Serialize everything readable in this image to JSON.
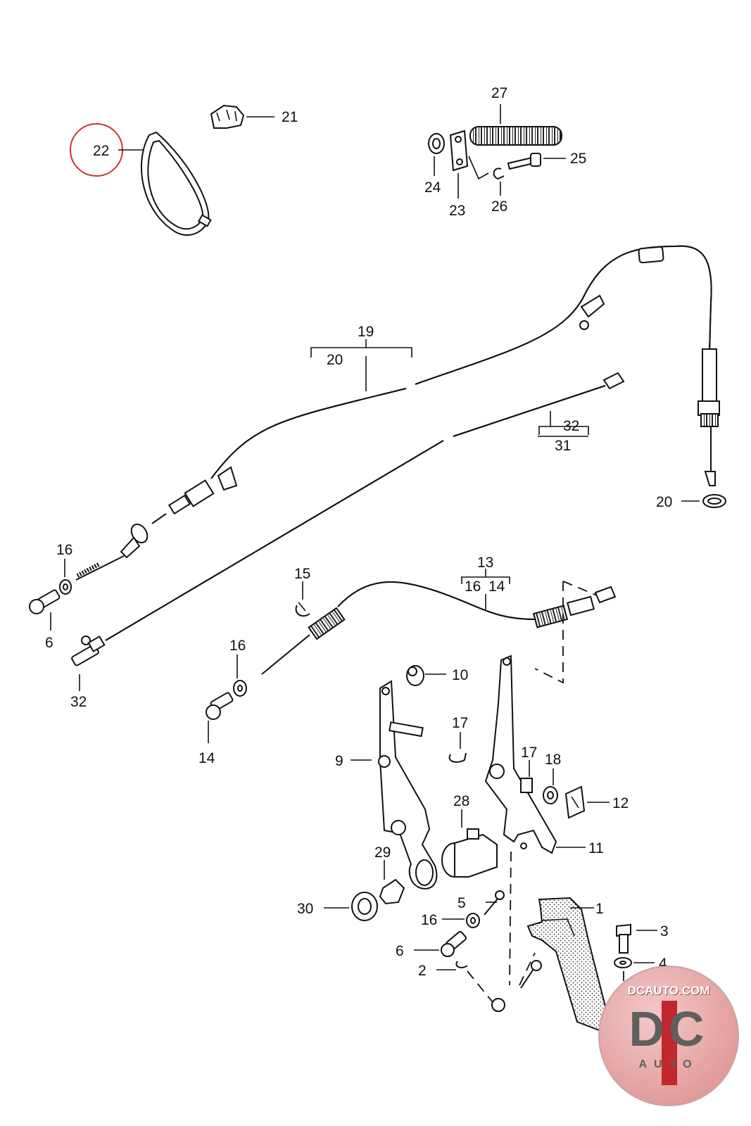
{
  "diagram": {
    "highlight_color": "#d03030",
    "highlighted_callout": "22",
    "callouts": {
      "c1": "1",
      "c2": "2",
      "c3": "3",
      "c4": "4",
      "c5": "5",
      "c6a": "6",
      "c6b": "6",
      "c9": "9",
      "c10": "10",
      "c11": "11",
      "c12": "12",
      "c13": "13",
      "c14a": "14",
      "c14b": "14",
      "c15": "15",
      "c16a": "16",
      "c16b": "16",
      "c16c": "16",
      "c16d": "16",
      "c17a": "17",
      "c17b": "17",
      "c18": "18",
      "c19": "19",
      "c20a": "20",
      "c20b": "20",
      "c21": "21",
      "c22": "22",
      "c23": "23",
      "c24": "24",
      "c25": "25",
      "c26": "26",
      "c27": "27",
      "c28": "28",
      "c29": "29",
      "c30": "30",
      "c31": "31",
      "c32a": "32",
      "c32b": "32"
    }
  },
  "watermark": {
    "site": "DCAUTO.COM",
    "mark": "DC",
    "word": "AUTO",
    "color_red": "#c0282d",
    "color_gray": "#6b6b6b"
  }
}
